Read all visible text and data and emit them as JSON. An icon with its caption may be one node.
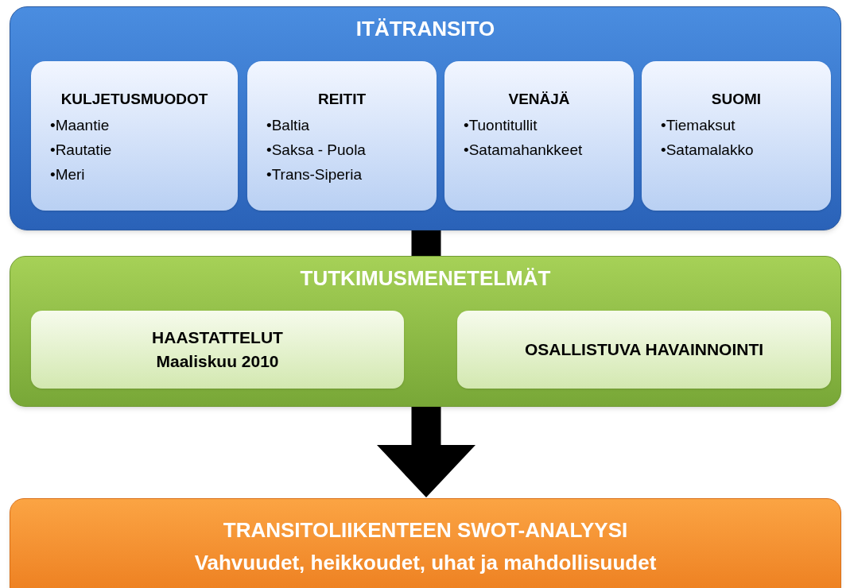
{
  "diagram": {
    "nodes": [
      {
        "text": [
          "ITÄTRANSITO"
        ]
      },
      {
        "text": [
          "KULJETUSMUODOT",
          "•Maantie",
          "•Rautatie",
          "•Meri"
        ],
        "in": 0
      },
      {
        "text": [
          "REITIT",
          "•Baltia",
          "•Saksa - Puola",
          "•Trans-Siperia"
        ],
        "in": 0
      },
      {
        "text": [
          "VENÄJÄ",
          "•Tuontitullit",
          "•Satamahankkeet"
        ],
        "in": 0
      },
      {
        "text": [
          "SUOMI",
          "•Tiemaksut",
          "•Satamalakko"
        ],
        "in": 0
      },
      {
        "text": [
          "TUTKIMUSMENETELMÄT"
        ]
      },
      {
        "text": [
          "HAASTATTELUT",
          "Maaliskuu 2010"
        ],
        "in": 5
      },
      {
        "text": [
          "OSALLISTUVA HAVAINNOINTI"
        ],
        "in": 5
      },
      {
        "text": [
          "TRANSITOLIIKENTEEN SWOT-ANALYYSI",
          "Vahvuudet, heikkoudet, uhat ja mahdollisuudet"
        ]
      }
    ],
    "edges": [
      {
        "from": 0,
        "to": 5,
        "arrow": "none"
      },
      {
        "from": 5,
        "to": 8,
        "arrow": "to"
      }
    ]
  }
}
